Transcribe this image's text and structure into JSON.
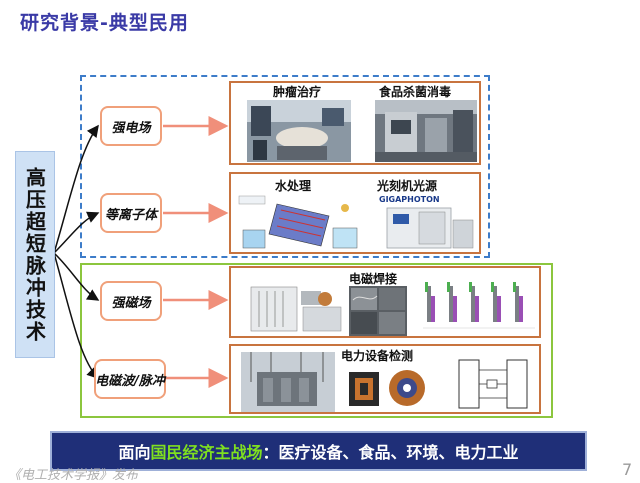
{
  "title": "研究背景-典型民用",
  "root_label": "高压超短脉冲技术",
  "categories": [
    "强电场",
    "等离子体",
    "强磁场",
    "电磁波/脉冲"
  ],
  "applications": {
    "tumor": "肿瘤治疗",
    "food": "食品杀菌消毒",
    "water": "水处理",
    "litho": "光刻机光源",
    "weld": "电磁焊接",
    "detect": "电力设备检测"
  },
  "gigaphoton_logo": "GIGAPHOTON",
  "banner": {
    "prefix": "面向",
    "highlight": "国民经济主战场",
    "suffix": "：医疗设备、食品、环境、电力工业"
  },
  "footer": "《电工技术学报》发布",
  "page_number": "7",
  "colors": {
    "title": "#3a3aa6",
    "dashed_border": "#3d7cc9",
    "green_border": "#8cc63e",
    "category_border": "#f0a07a",
    "panel_border": "#c8743f",
    "banner_bg": "#1f2f78",
    "banner_highlight": "#7fe01f",
    "arrow": "#f08f7a"
  }
}
